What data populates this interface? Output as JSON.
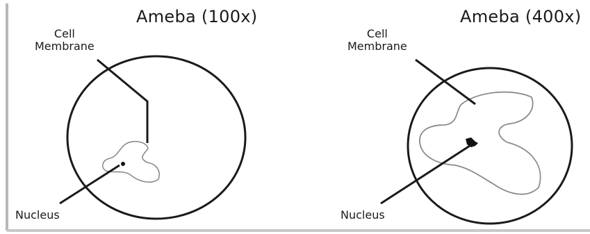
{
  "panels": [
    {
      "title": "Ameba (100x)",
      "membrane_label_line1": "Cell",
      "membrane_label_line2": "Membrane",
      "nucleus_label": "Nucleus"
    },
    {
      "title": "Ameba (400x)",
      "membrane_label_line1": "Cell",
      "membrane_label_line2": "Membrane",
      "nucleus_label": "Nucleus"
    }
  ],
  "colors": {
    "outline": "#1a1a1a",
    "ameba_outline": "#8a8a8a",
    "nucleus": "#111111",
    "border_shadow": "#b8b8b8"
  }
}
